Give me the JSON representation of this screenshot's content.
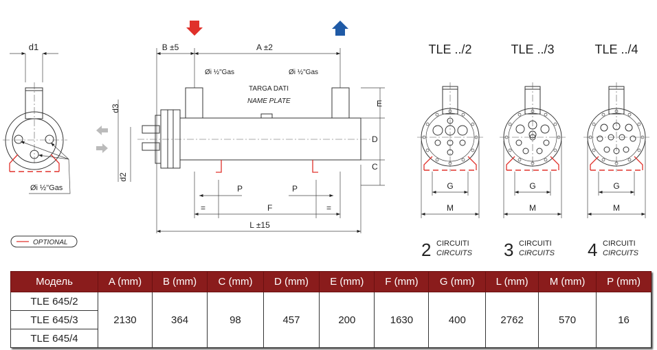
{
  "drawing": {
    "side_view": {
      "d1": "d1",
      "gas_label": "Øi ½\"Gas",
      "optional": "OPTIONAL"
    },
    "main_view": {
      "b_dim": "B ±5",
      "a_dim": "A ±2",
      "l_dim": "L ±15",
      "f_dim": "F",
      "p_dim": "P",
      "eq": "=",
      "d2": "d2",
      "d3": "d3",
      "e": "E",
      "d": "D",
      "c": "C",
      "gas_left": "Øi ½\"Gas",
      "gas_right": "Øi ½\"Gas",
      "targa": "TARGA DATI",
      "nameplate": "NAME PLATE",
      "inlet_color": "#e0302a",
      "outlet_color": "#1f5aa6"
    },
    "end_views": [
      {
        "title": "TLE ../2",
        "num": "2",
        "circ_it": "CIRCUITI",
        "circ_en": "CIRCUITS",
        "g": "G",
        "m": "M"
      },
      {
        "title": "TLE ../3",
        "num": "3",
        "circ_it": "CIRCUITI",
        "circ_en": "CIRCUITS",
        "g": "G",
        "m": "M"
      },
      {
        "title": "TLE ../4",
        "num": "4",
        "circ_it": "CIRCUITI",
        "circ_en": "CIRCUITS",
        "g": "G",
        "m": "M"
      }
    ]
  },
  "table": {
    "header_color": "#8a1c1c",
    "headers": [
      "Модель",
      "A (mm)",
      "B (mm)",
      "C (mm)",
      "D (mm)",
      "E (mm)",
      "F (mm)",
      "G (mm)",
      "L (mm)",
      "M (mm)",
      "P (mm)"
    ],
    "models": [
      "TLE 645/2",
      "TLE 645/3",
      "TLE 645/4"
    ],
    "values": [
      "2130",
      "364",
      "98",
      "457",
      "200",
      "1630",
      "400",
      "2762",
      "570",
      "16"
    ]
  }
}
